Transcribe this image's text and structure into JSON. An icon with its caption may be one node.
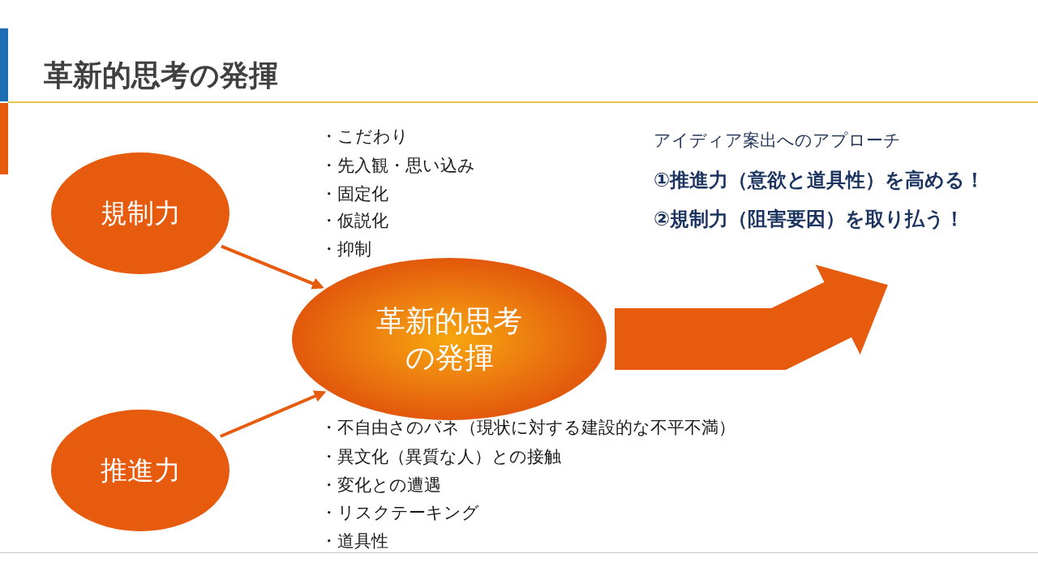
{
  "diagram": {
    "title": "革新的思考の発揮",
    "nodes": [
      {
        "text": [
          "規制力"
        ]
      },
      {
        "text": [
          "推進力"
        ]
      },
      {
        "text": [
          "革新的思考の発揮"
        ]
      }
    ],
    "edges": [
      {
        "from": 0,
        "to": 2,
        "arrow": "to"
      },
      {
        "from": 1,
        "to": 2,
        "arrow": "to"
      },
      {
        "from": 2,
        "to": null,
        "arrow": "to",
        "style": "thick"
      }
    ],
    "labels": [
      "・こだわり",
      "・先入観・思い込み",
      "・固定化",
      "・仮説化",
      "・抑制",
      "アイディア案出へのアプローチ",
      "①推進力（意欲と道具性）を高める！",
      "②規制力（阻害要因）を取り払う！",
      "・不自由さのバネ（現状に対する建設的な不平不満）",
      "・異文化（異質な人）との接触",
      "・変化との遭遇",
      "・リスクテーキング",
      "・道具性"
    ]
  }
}
